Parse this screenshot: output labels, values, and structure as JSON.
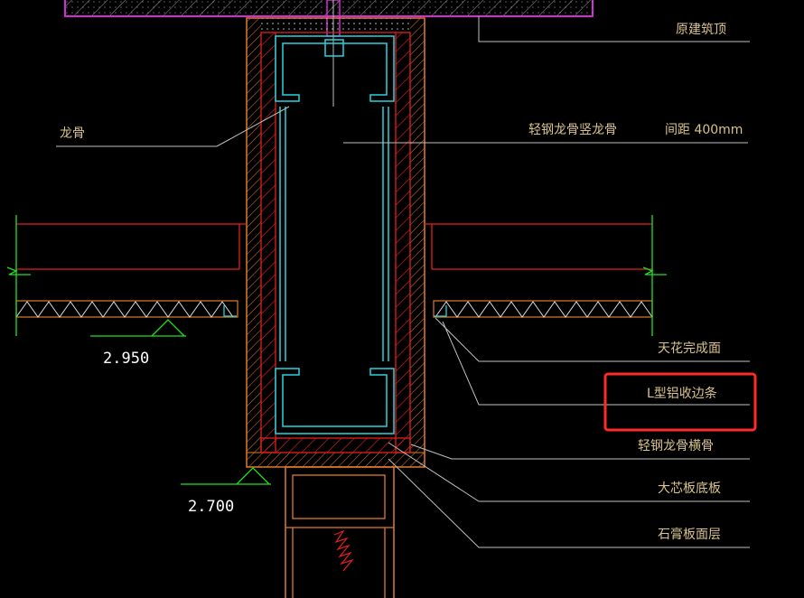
{
  "labels": {
    "original_ceiling": "原建筑顶",
    "keel": "龙骨",
    "light_steel_stud": "轻钢龙骨竖龙骨",
    "spacing": "间距 400mm",
    "ceiling_finish": "天花完成面",
    "l_trim": "L型铝收边条",
    "light_steel_cross": "轻钢龙骨横骨",
    "blockboard_base": "大芯板底板",
    "gypsum_face": "石膏板面层"
  },
  "levels": {
    "upper": "2.950",
    "lower": "2.700"
  },
  "colors": {
    "background": "#000000",
    "label_text": "#d9c38a",
    "leader_line": "#bfbfbf",
    "red_line": "#e02020",
    "orange_line": "#e07a2a",
    "cyan_stud": "#28d2dc",
    "green_line": "#22e022",
    "magenta_slab": "#d62ad6",
    "highlight_box": "#ff2a2a"
  }
}
